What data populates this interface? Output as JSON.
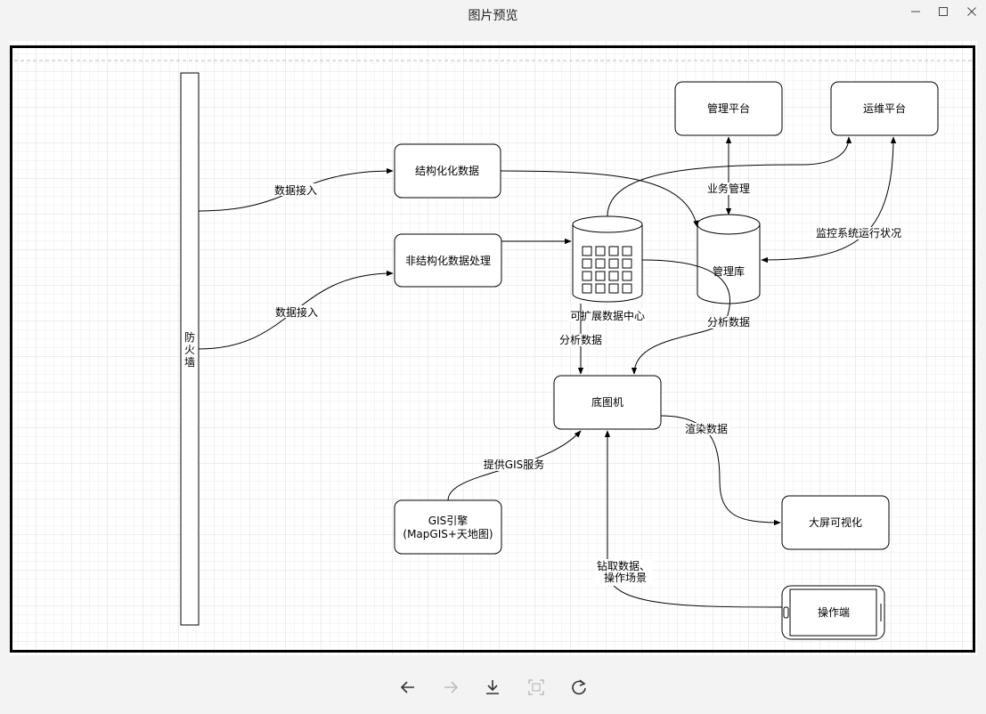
{
  "window": {
    "title": "图片预览"
  },
  "diagram": {
    "firewall": [
      "防",
      "火",
      "墙"
    ],
    "structured_data": "结构化化数据",
    "unstructured_processing": "非结构化数据处理",
    "management_platform": "管理平台",
    "ops_platform": "运维平台",
    "data_center_label": "可扩展数据中心",
    "management_db": "管理库",
    "map_machine": "底图机",
    "gis_engine_line1": "GIS引擎",
    "gis_engine_line2": "(MapGIS+天地图)",
    "big_screen": "大屏可视化",
    "operator_terminal": "操作端",
    "edge_data_access_1": "数据接入",
    "edge_data_access_2": "数据接入",
    "edge_business_mgmt": "业务管理",
    "edge_monitor": "监控系统运行状况",
    "edge_analysis_1": "分析数据",
    "edge_analysis_2": "分析数据",
    "edge_gis_service": "提供GIS服务",
    "edge_render": "渲染数据",
    "edge_fetch_line1": "钻取数据、",
    "edge_fetch_line2": "操作场景"
  },
  "toolbar": {
    "prev_icon": "arrow-left-icon",
    "next_icon": "arrow-right-icon",
    "download_icon": "download-icon",
    "fit_icon": "fit-screen-icon",
    "rotate_icon": "rotate-icon"
  },
  "colors": {
    "background": "#f3f3f3",
    "canvas": "#ffffff",
    "grid": "#e6e6e6",
    "stroke": "#000000",
    "disabled": "#bdbdbd"
  }
}
